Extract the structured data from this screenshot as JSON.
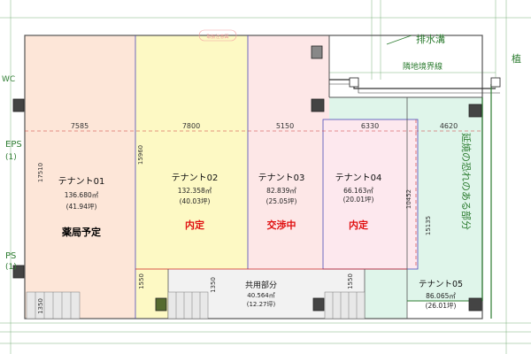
{
  "labels": {
    "drain": "排水溝",
    "boundary": "隣地境界線",
    "top_right": "植",
    "eps": "EPS",
    "eps_num": "(1)",
    "ps": "PS",
    "ps_num": "(1)",
    "wc": "WC",
    "extension_note": "延焼の恐れのある部分",
    "stamp": "取扱注意図"
  },
  "dimensions": {
    "top": [
      "7585",
      "7800",
      "5150",
      "6330",
      "4620"
    ],
    "vertical": [
      "17510",
      "15960",
      "10452",
      "15135",
      "1550",
      "1350",
      "1550",
      "1350"
    ]
  },
  "units": [
    {
      "name": "テナント01",
      "area": "136.680㎡",
      "tsubo": "(41.94坪)",
      "status": "薬局予定",
      "fill": "#fde6d8"
    },
    {
      "name": "テナント02",
      "area": "132.358㎡",
      "tsubo": "(40.03坪)",
      "status": "内定",
      "fill": "#fdf9c4"
    },
    {
      "name": "テナント03",
      "area": "82.839㎡",
      "tsubo": "(25.05坪)",
      "status": "交渉中",
      "fill": "#fde7e7"
    },
    {
      "name": "テナント04",
      "area": "66.163㎡",
      "tsubo": "(20.01坪)",
      "status": "内定",
      "fill": "#fde8ee"
    },
    {
      "name": "テナント05",
      "area": "86.065㎡",
      "tsubo": "(26.01坪)",
      "status": "",
      "fill": "#dff5ea"
    }
  ],
  "common": {
    "name": "共用部分",
    "area": "40.564㎡",
    "tsubo": "(12.27坪)"
  },
  "colors": {
    "status_red": "#e01010",
    "status_black": "#000000",
    "green_line": "#2e7d32",
    "blue_line": "#4a4ab8"
  }
}
